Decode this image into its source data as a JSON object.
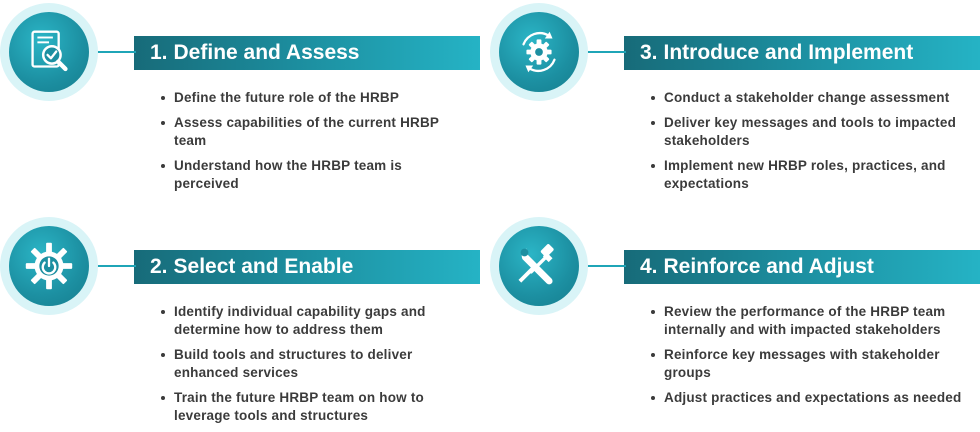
{
  "steps": [
    {
      "number": "1.",
      "title": "Define and Assess",
      "icon": "document-magnifier-icon",
      "bullets": [
        "Define the future role of the HRBP",
        "Assess capabilities of the current HRBP team",
        "Understand how the HRBP team is perceived"
      ]
    },
    {
      "number": "2.",
      "title": "Select and Enable",
      "icon": "power-gear-icon",
      "bullets": [
        "Identify individual capability gaps and determine how to address them",
        "Build tools and structures to deliver enhanced services",
        "Train the future HRBP team on how to leverage tools and structures"
      ]
    },
    {
      "number": "3.",
      "title": "Introduce and Implement",
      "icon": "gear-cycle-icon",
      "bullets": [
        "Conduct a stakeholder change assessment",
        "Deliver key messages and tools to impacted stakeholders",
        "Implement new HRBP roles, practices, and expectations"
      ]
    },
    {
      "number": "4.",
      "title": "Reinforce and Adjust",
      "icon": "wrench-screwdriver-icon",
      "bullets": [
        "Review the performance of the HRBP team internally and with impacted stakeholders",
        "Reinforce key messages with stakeholder groups",
        "Adjust practices and expectations as needed"
      ]
    }
  ],
  "colors": {
    "banner_dark": "#176b79",
    "banner_light": "#25b3c5",
    "circle": "#1c8fa1",
    "halo": "#d9f4f7",
    "text": "#3b3b3b"
  }
}
